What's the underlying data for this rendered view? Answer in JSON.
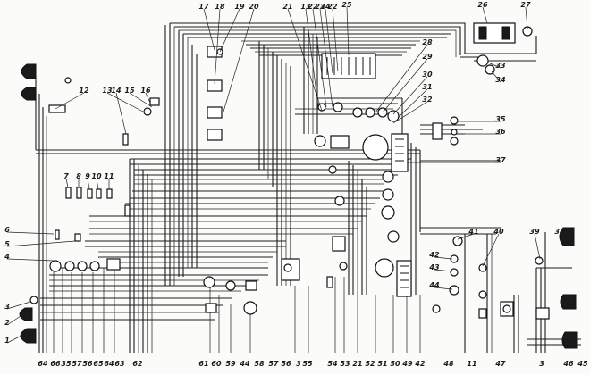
{
  "diagram": {
    "labels_left": [
      "6",
      "5",
      "4",
      "3",
      "2",
      "1"
    ],
    "labels_top": [
      "17",
      "18",
      "19",
      "20",
      "21",
      "13",
      "22",
      "23",
      "24",
      "22",
      "25",
      "26",
      "27"
    ],
    "labels_right_upper": [
      "28",
      "29",
      "30",
      "31",
      "32",
      "35",
      "36",
      "37"
    ],
    "labels_upper_left": [
      "12",
      "13",
      "14",
      "15",
      "16",
      "7",
      "8",
      "9",
      "10",
      "11"
    ],
    "labels_right_lower": [
      "33",
      "34",
      "41",
      "40",
      "42",
      "43",
      "44",
      "39",
      "38"
    ],
    "labels_bottom": [
      "64",
      "66",
      "35",
      "57",
      "56",
      "65",
      "64",
      "63",
      "62",
      "61",
      "60",
      "59",
      "44",
      "58",
      "57",
      "56",
      "3",
      "55",
      "54",
      "53",
      "21",
      "52",
      "51",
      "50",
      "49",
      "42",
      "48",
      "11",
      "47",
      "3",
      "46",
      "45"
    ]
  }
}
